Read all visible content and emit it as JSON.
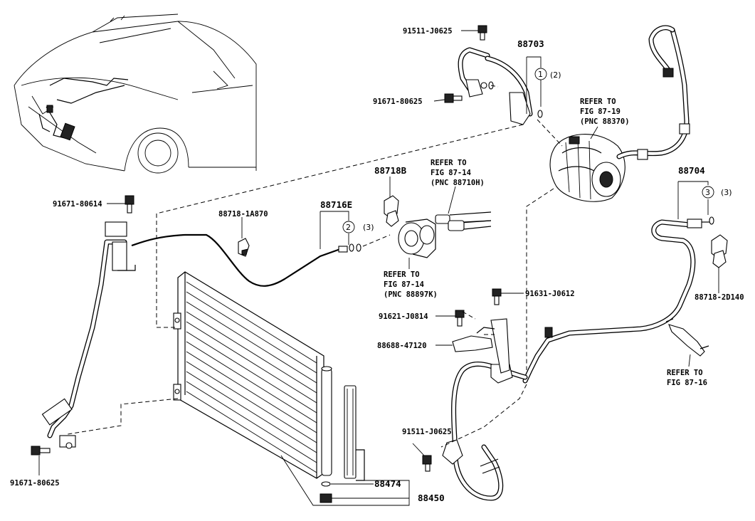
{
  "labels": {
    "p91511_top": "91511-J0625",
    "p91671_80625_top": "91671-80625",
    "p88703": "88703",
    "refer_8719_a": "REFER TO",
    "refer_8719_b": "FIG 87-19",
    "refer_8719_c": "(PNC 88370)",
    "p88704": "88704",
    "p91671_80614": "91671-80614",
    "p88718_1a870": "88718-1A870",
    "p88716e": "88716E",
    "p88718b": "88718B",
    "refer_8714_top_a": "REFER TO",
    "refer_8714_top_b": "FIG 87-14",
    "refer_8714_top_c": "(PNC 88710H)",
    "refer_8714_mid_a": "REFER TO",
    "refer_8714_mid_b": "FIG 87-14",
    "refer_8714_mid_c": "(PNC 88897K)",
    "p91631": "91631-J0612",
    "p91621": "91621-J0814",
    "p88688": "88688-47120",
    "p88718_2d140": "88718-2D140",
    "refer_8716_a": "REFER TO",
    "refer_8716_b": "FIG 87-16",
    "p91511_bottom": "91511-J0625",
    "p91671_80625_bottom": "91671-80625",
    "p88474": "88474",
    "p88450": "88450"
  },
  "callouts": {
    "c1": "1",
    "c1_qty": "(2)",
    "c2": "2",
    "c2_qty": "(3)",
    "c3": "3",
    "c3_qty": "(3)"
  }
}
